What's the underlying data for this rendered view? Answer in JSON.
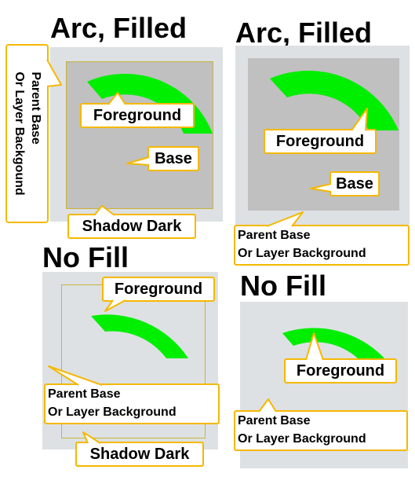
{
  "colors": {
    "page_bg": "#ffffff",
    "outer_bg": "#dde1e4",
    "base_gray": "#c0c0c0",
    "foreground_green": "#00ee00",
    "callout_border": "#f5b800",
    "frame_olive": "#c8b43c"
  },
  "panels": [
    {
      "title": "Arc, Filled",
      "labels": {
        "side": [
          "Parent Base",
          "Or Layer Backgound"
        ],
        "foreground": "Foreground",
        "base": "Base",
        "shadow": "Shadow Dark"
      }
    },
    {
      "title": "Arc, Filled",
      "labels": {
        "foreground": "Foreground",
        "base": "Base",
        "parent": [
          "Parent Base",
          "Or Layer Background"
        ]
      }
    },
    {
      "title": "No Fill",
      "labels": {
        "foreground": "Foreground",
        "parent": [
          "Parent Base",
          "Or Layer Background"
        ],
        "shadow": "Shadow Dark"
      }
    },
    {
      "title": "No Fill",
      "labels": {
        "foreground": "Foreground",
        "parent": [
          "Parent Base",
          "Or Layer Background"
        ]
      }
    }
  ]
}
